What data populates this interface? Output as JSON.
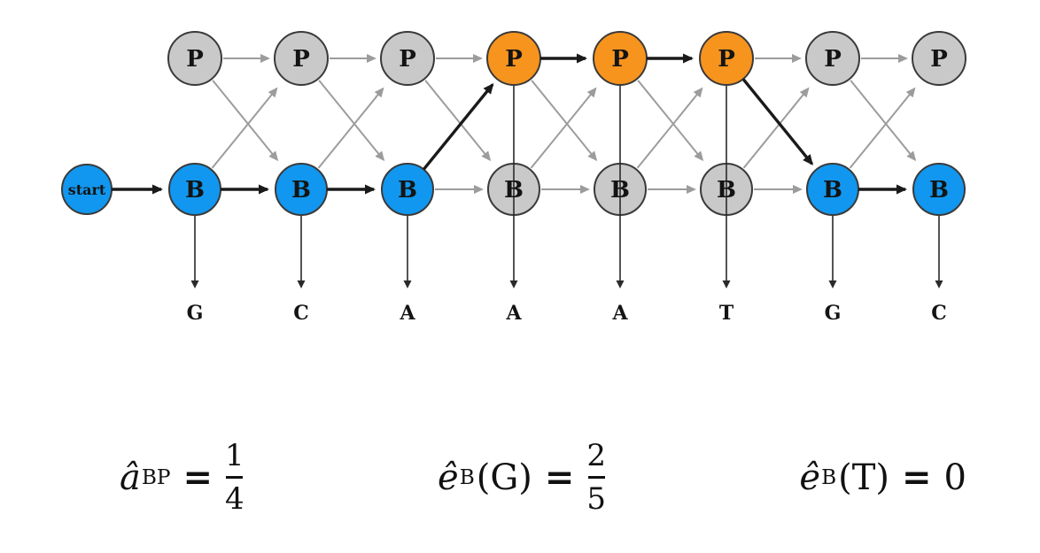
{
  "trellis": {
    "start_label": "start",
    "state_top": "P",
    "state_bottom": "B",
    "columns": [
      {
        "active": "B",
        "emission": "G"
      },
      {
        "active": "B",
        "emission": "C"
      },
      {
        "active": "B",
        "emission": "A"
      },
      {
        "active": "P",
        "emission": "A"
      },
      {
        "active": "P",
        "emission": "A"
      },
      {
        "active": "P",
        "emission": "T"
      },
      {
        "active": "B",
        "emission": "G"
      },
      {
        "active": "B",
        "emission": "C"
      }
    ],
    "emitted_sequence": "GCAAATGC",
    "colors": {
      "b_active": "#1197ef",
      "p_active": "#f7941e",
      "inactive": "#c9c9c9",
      "node_stroke": "#3a3a3a",
      "edge_gray": "#9c9c9c",
      "edge_black": "#1a1a1a",
      "emission": "#2a2a2a",
      "label": "#141414"
    }
  },
  "formulas": [
    {
      "var": "â",
      "subscript": "BP",
      "arg": "",
      "eq": "=",
      "numerator": "1",
      "denominator": "4"
    },
    {
      "var": "ê",
      "subscript": "B",
      "arg": "(G)",
      "eq": "=",
      "numerator": "2",
      "denominator": "5"
    },
    {
      "var": "ê",
      "subscript": "B",
      "arg": "(T)",
      "eq": "=",
      "value": "0"
    }
  ]
}
